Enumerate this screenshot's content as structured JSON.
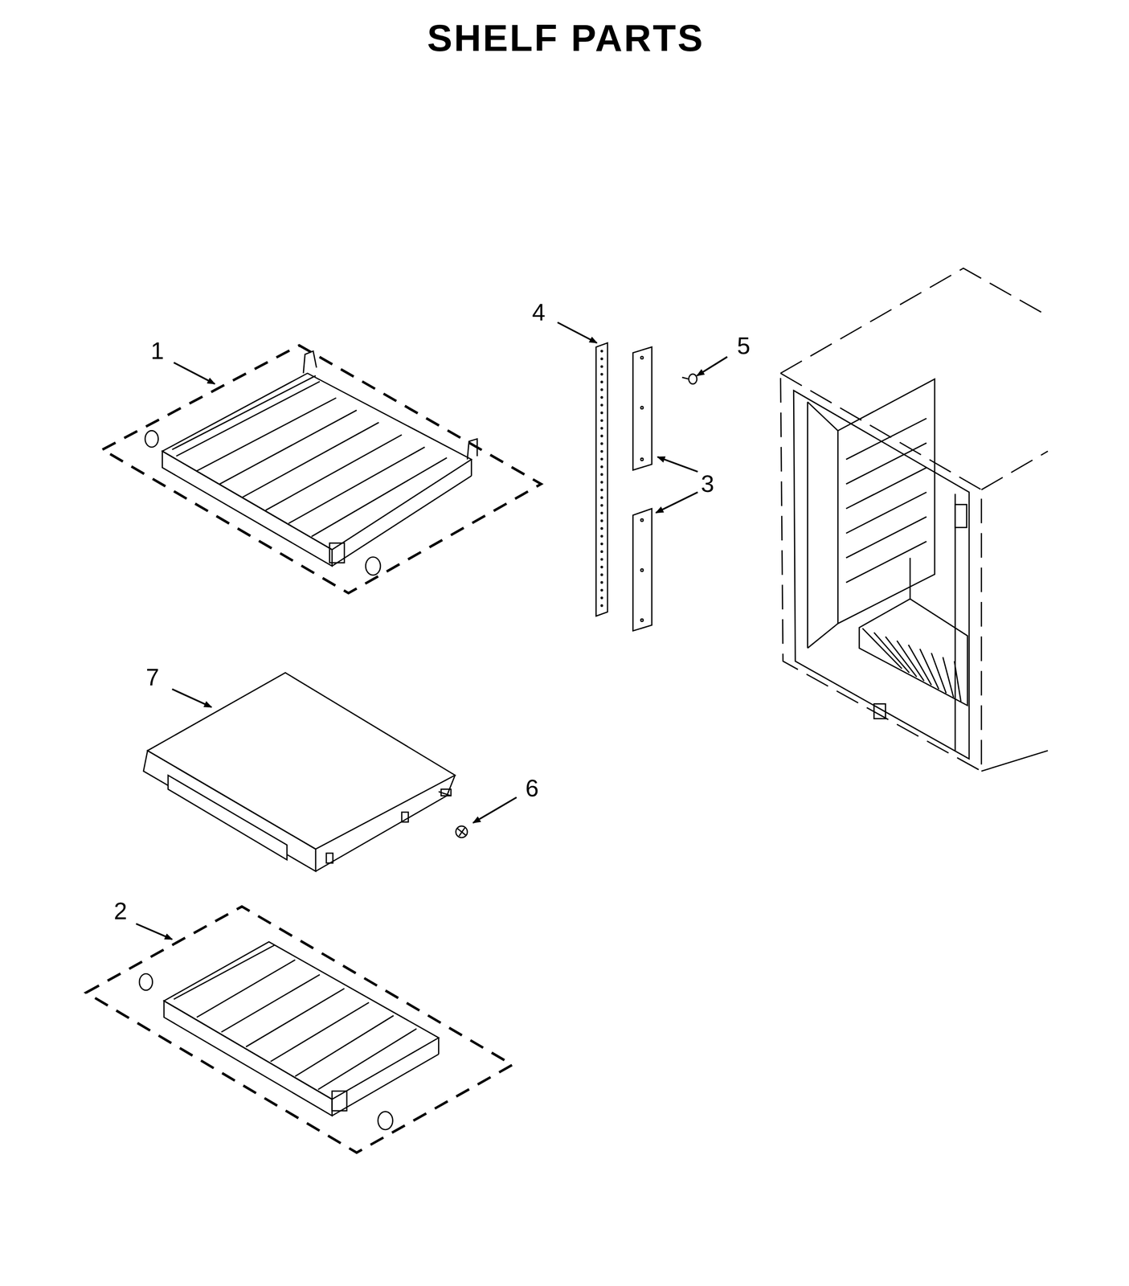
{
  "diagram": {
    "title": "SHELF PARTS",
    "labels": [
      "4",
      "5",
      "1",
      "3",
      "7",
      "6",
      "2"
    ]
  }
}
